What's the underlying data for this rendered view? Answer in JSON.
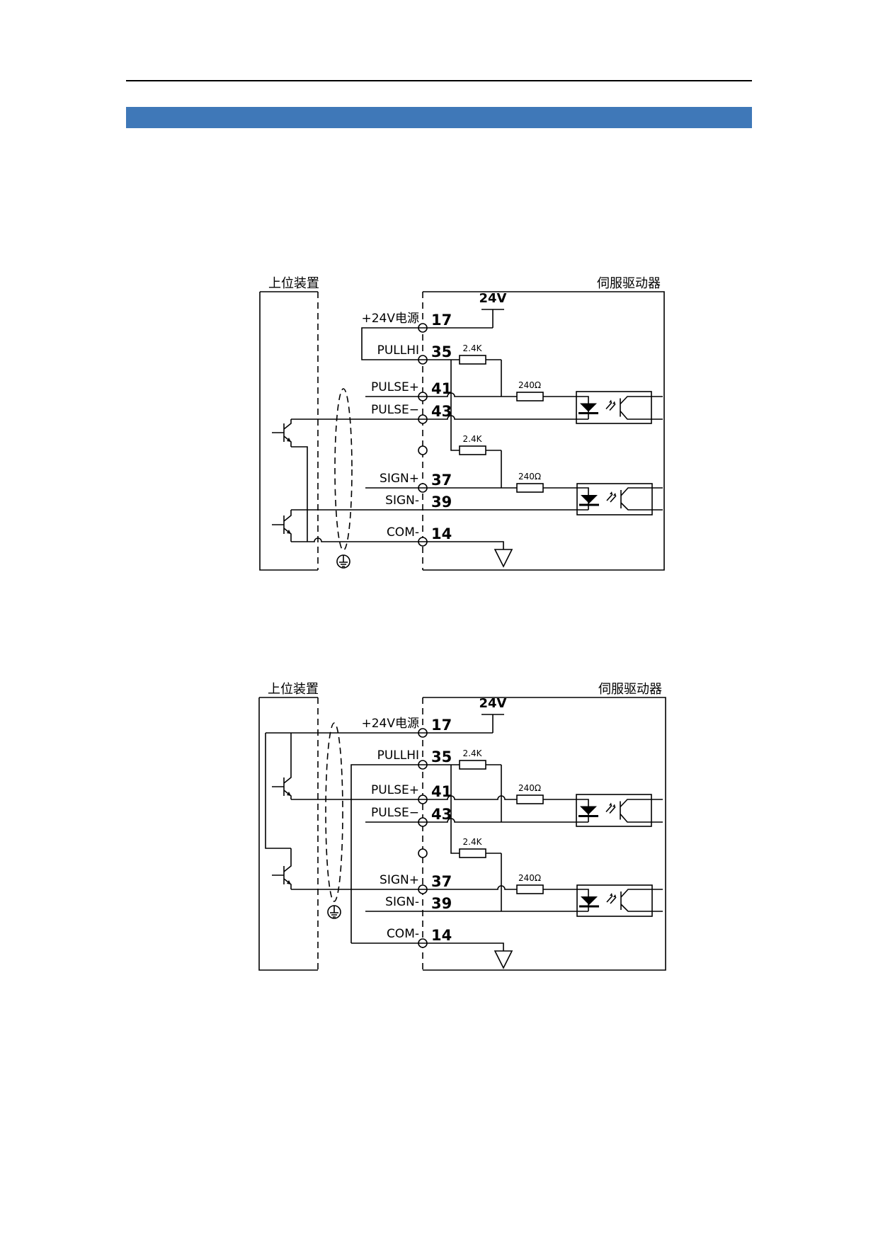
{
  "header": {
    "accent_color": "#3f78b8"
  },
  "diagrams": [
    {
      "host_label": "上位装置",
      "driver_label": "伺服驱动器",
      "supply_label": "24V",
      "resistor_pullup": "2.4K",
      "resistor_pullup_2": "2.4K",
      "resistor_series": "240Ω",
      "resistor_series_2": "240Ω",
      "rows": [
        {
          "label": "+24V电源",
          "pin": "17"
        },
        {
          "label": "PULLHI",
          "pin": "35"
        },
        {
          "label": "PULSE+",
          "pin": "41"
        },
        {
          "label": "PULSE−",
          "pin": "43"
        },
        {
          "label": "SIGN+",
          "pin": "37"
        },
        {
          "label": "SIGN-",
          "pin": "39"
        },
        {
          "label": "COM-",
          "pin": "14"
        }
      ]
    },
    {
      "host_label": "上位装置",
      "driver_label": "伺服驱动器",
      "supply_label": "24V",
      "resistor_pullup": "2.4K",
      "resistor_pullup_2": "2.4K",
      "resistor_series": "240Ω",
      "resistor_series_2": "240Ω",
      "rows": [
        {
          "label": "+24V电源",
          "pin": "17"
        },
        {
          "label": "PULLHI",
          "pin": "35"
        },
        {
          "label": "PULSE+",
          "pin": "41"
        },
        {
          "label": "PULSE−",
          "pin": "43"
        },
        {
          "label": "SIGN+",
          "pin": "37"
        },
        {
          "label": "SIGN-",
          "pin": "39"
        },
        {
          "label": "COM-",
          "pin": "14"
        }
      ]
    }
  ]
}
